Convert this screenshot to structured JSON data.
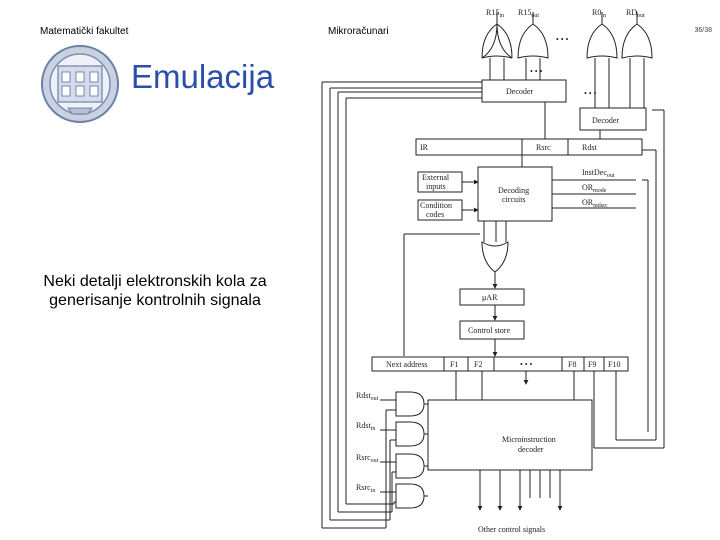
{
  "header": {
    "faculty": "Matematički fakultet",
    "course": "Mikroračunari",
    "page": "36/38"
  },
  "slide": {
    "title": "Emulacija",
    "description": "Neki detalji elektronskih kola za generisanje kontrolnih signala"
  },
  "logo": {
    "icon": "university-seal-icon",
    "color": "#7a8fb5"
  },
  "diagram": {
    "top_signals": {
      "r15in": "R15",
      "r15in_sub": "in",
      "r15out": "R15",
      "r15out_sub": "out",
      "r0in": "R0",
      "r0in_sub": "in",
      "rdout": "RD",
      "rdout_sub": "out"
    },
    "ellipsis": "• • •",
    "decoder": "Decoder",
    "ir": "IR",
    "rsrc": "Rsrc",
    "rdst": "Rdst",
    "external_inputs_l1": "External",
    "external_inputs_l2": "inputs",
    "condition_codes_l1": "Condition",
    "condition_codes_l2": "codes",
    "decoding_l1": "Decoding",
    "decoding_l2": "circuits",
    "instdec": "InstDec",
    "instdec_sub": "out",
    "ormode": "OR",
    "ormode_sub": "mode",
    "orindsrc": "OR",
    "orindsrc_sub": "indsrc",
    "mar": "μAR",
    "control_store": "Control store",
    "next_address": "Next address",
    "f1": "F1",
    "f2": "F2",
    "f8": "F8",
    "f9": "F9",
    "f10": "F10",
    "rdstout": "Rdst",
    "rdstout_sub": "out",
    "rdstin": "Rdst",
    "rdstin_sub": "in",
    "rsrcout": "Rsrc",
    "rsrcout_sub": "out",
    "rsrcin": "Rsrc",
    "rsrcin_sub": "in",
    "microdecoder_l1": "Microinstruction",
    "microdecoder_l2": "decoder",
    "other_signals": "Other control signals"
  }
}
